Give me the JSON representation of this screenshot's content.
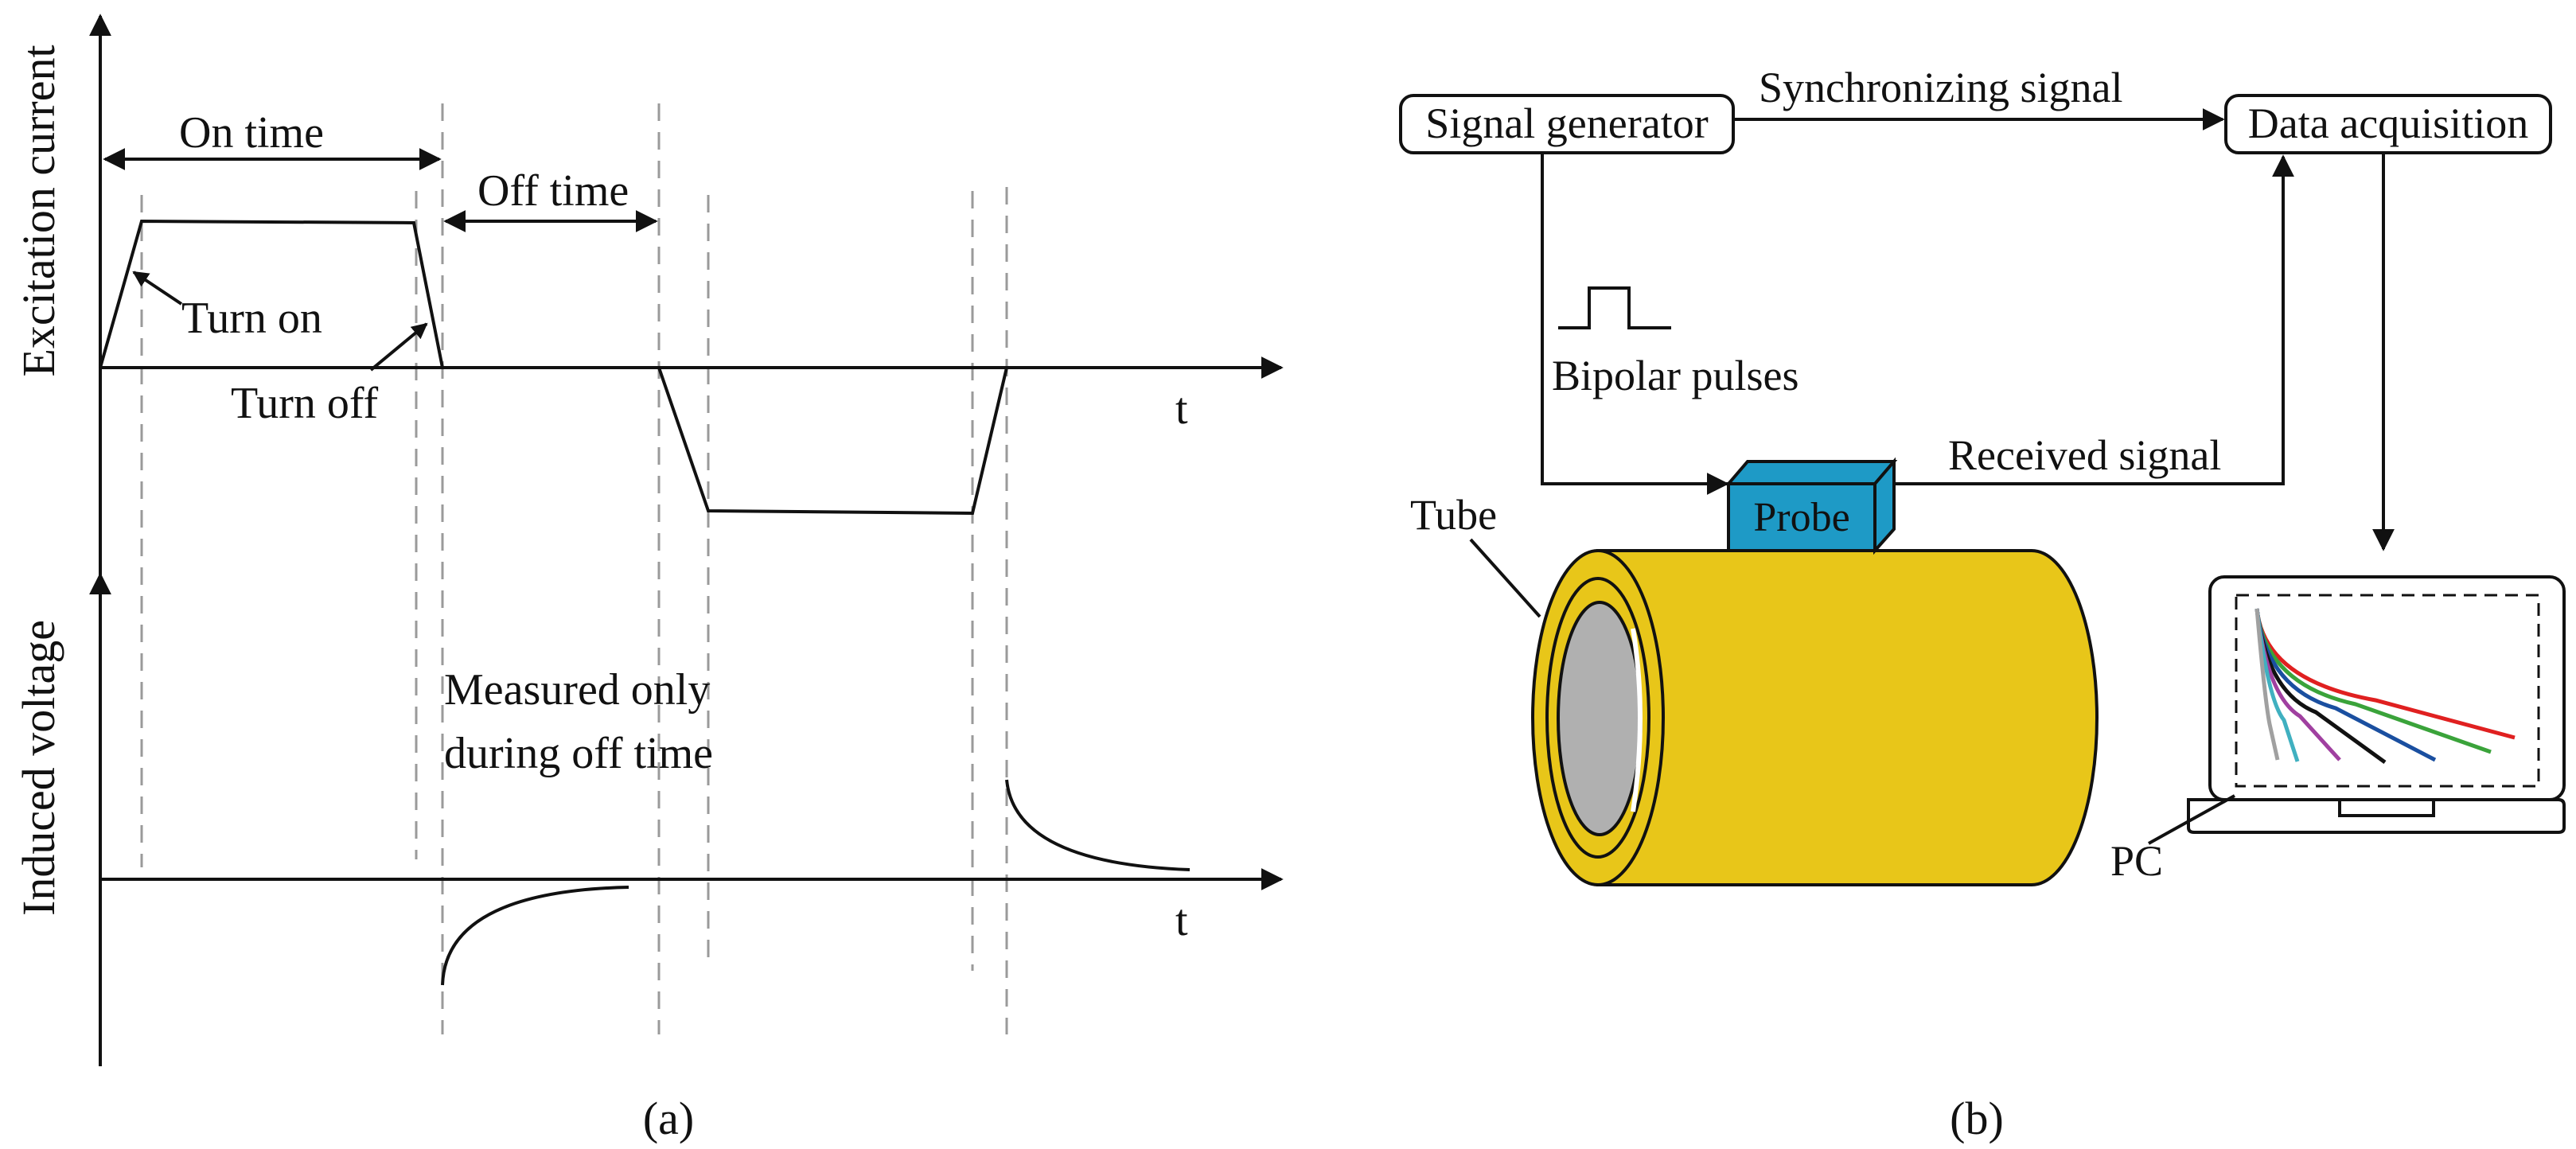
{
  "panel_a": {
    "caption": "(a)",
    "top_axis": {
      "ylabel": "Excitation current",
      "xlabel": "t"
    },
    "bottom_axis": {
      "ylabel": "Induced voltage",
      "xlabel": "t"
    },
    "annotations": {
      "on_time": "On time",
      "off_time": "Off time",
      "turn_on": "Turn on",
      "turn_off": "Turn off",
      "measured_line1": "Measured only",
      "measured_line2": "during off time"
    }
  },
  "panel_b": {
    "caption": "(b)",
    "signal_generator": "Signal generator",
    "data_acquisition": "Data acquisition",
    "synchronizing_signal": "Synchronizing signal",
    "bipolar_pulses": "Bipolar pulses",
    "received_signal": "Received signal",
    "probe": "Probe",
    "tube": "Tube",
    "pc": "PC",
    "colors": {
      "probe": "#1e9ac6",
      "tube": "#e8c619",
      "tube_inner": "#b0b0b0"
    },
    "screen_curve_colors": [
      "#e02020",
      "#3aa33a",
      "#1a4fa0",
      "#111111",
      "#a040a0",
      "#40b0c0",
      "#a0a0a0"
    ]
  }
}
